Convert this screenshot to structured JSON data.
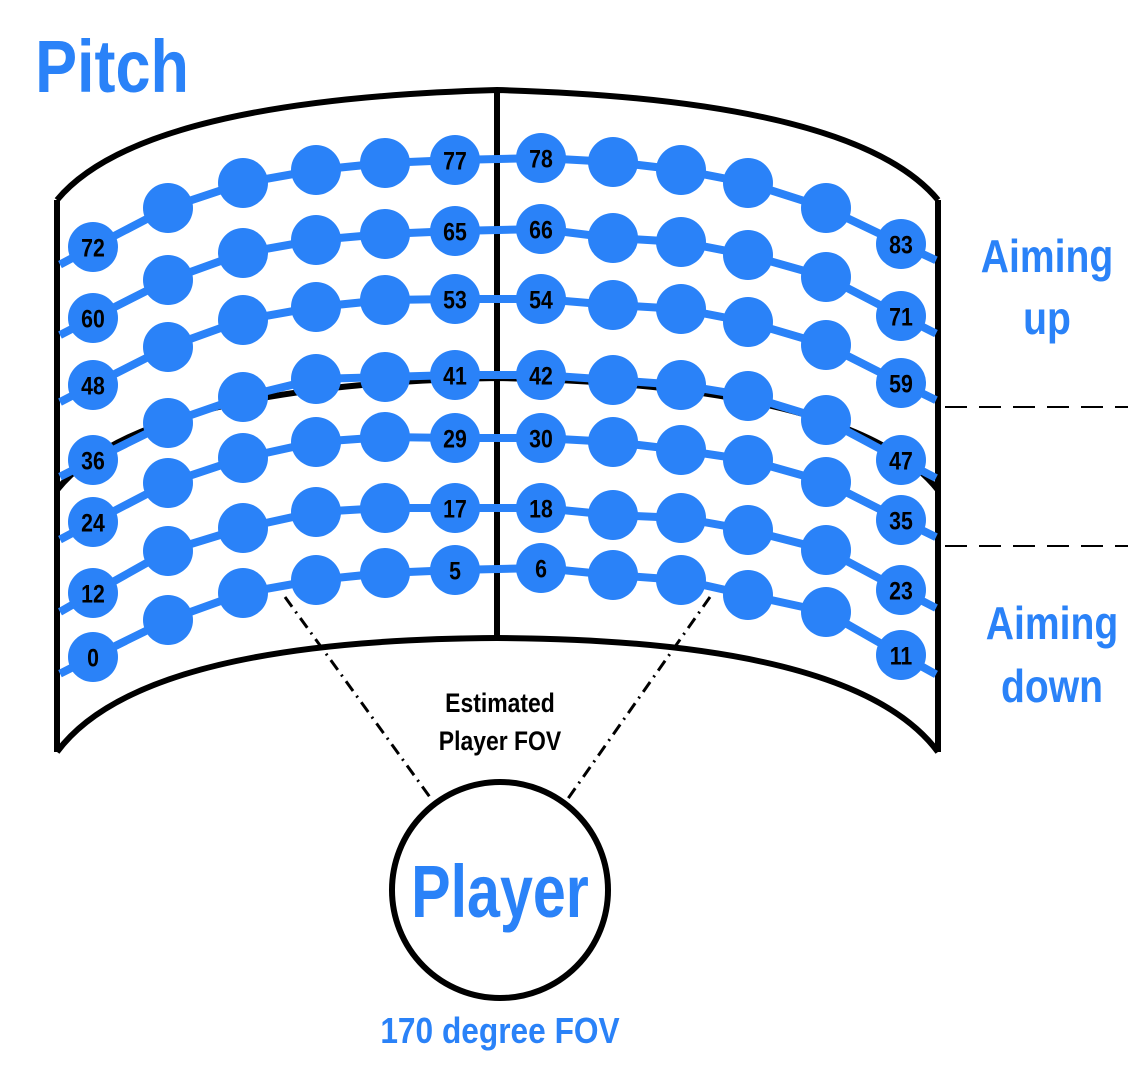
{
  "title": "Pitch",
  "aiming_up": [
    "Aiming",
    "up"
  ],
  "aiming_down": [
    "Aiming",
    "down"
  ],
  "fov_label": [
    "Estimated",
    "Player FOV"
  ],
  "player": "Player",
  "player_fov": "170 degree FOV",
  "colors": {
    "accent": "#2a82f8",
    "frame": "#000000"
  },
  "rows": [
    {
      "labels": [
        "0",
        "",
        "",
        "",
        "",
        "5",
        "6",
        "",
        "",
        "",
        "",
        "11"
      ]
    },
    {
      "labels": [
        "12",
        "",
        "",
        "",
        "",
        "17",
        "18",
        "",
        "",
        "",
        "",
        "23"
      ]
    },
    {
      "labels": [
        "24",
        "",
        "",
        "",
        "",
        "29",
        "30",
        "",
        "",
        "",
        "",
        "35"
      ]
    },
    {
      "labels": [
        "36",
        "",
        "",
        "",
        "",
        "41",
        "42",
        "",
        "",
        "",
        "",
        "47"
      ]
    },
    {
      "labels": [
        "48",
        "",
        "",
        "",
        "",
        "53",
        "54",
        "",
        "",
        "",
        "",
        "59"
      ]
    },
    {
      "labels": [
        "60",
        "",
        "",
        "",
        "",
        "65",
        "66",
        "",
        "",
        "",
        "",
        "71"
      ]
    },
    {
      "labels": [
        "72",
        "",
        "",
        "",
        "",
        "77",
        "78",
        "",
        "",
        "",
        "",
        "83"
      ]
    }
  ]
}
